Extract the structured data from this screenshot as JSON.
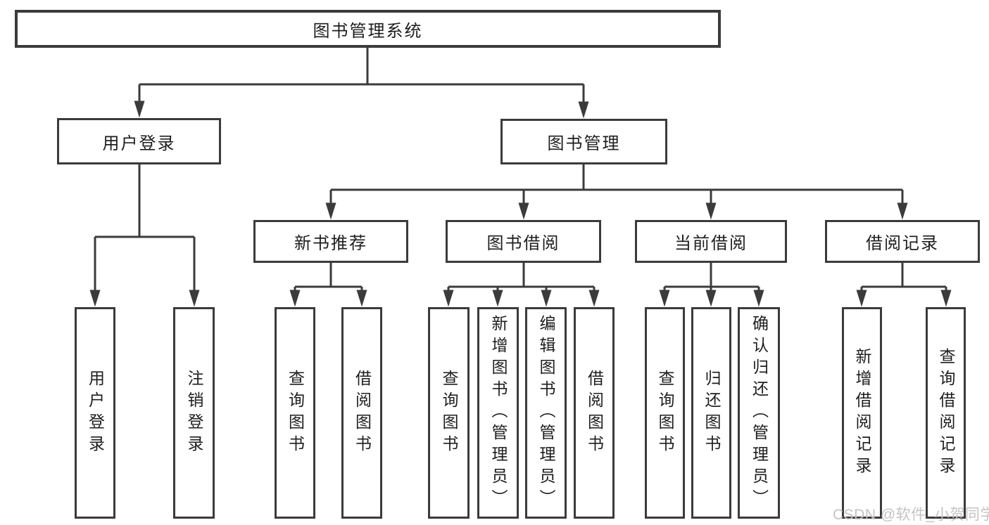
{
  "diagram": {
    "type": "hierarchy-tree",
    "title": "图书管理系统"
  },
  "colors": {
    "line": "#3b3b3b",
    "box_border": "#3b3b3b",
    "box_background": "#ffffff",
    "text": "#1e1e1e",
    "watermark": "#c3c3c3",
    "page_background": "#ffffff"
  },
  "nodes": [
    {
      "id": "library-management-system",
      "label": "图书管理系统",
      "parent": null,
      "level": 1,
      "text_direction": "horizontal"
    },
    {
      "id": "user-login",
      "label": "用户登录",
      "parent": "library-management-system",
      "level": 2,
      "text_direction": "horizontal"
    },
    {
      "id": "book-management",
      "label": "图书管理",
      "parent": "library-management-system",
      "level": 2,
      "text_direction": "horizontal"
    },
    {
      "id": "new-book-recommend",
      "label": "新书推荐",
      "parent": "book-management",
      "level": 3,
      "text_direction": "horizontal"
    },
    {
      "id": "book-borrowing",
      "label": "图书借阅",
      "parent": "book-management",
      "level": 3,
      "text_direction": "horizontal"
    },
    {
      "id": "current-borrowing",
      "label": "当前借阅",
      "parent": "book-management",
      "level": 3,
      "text_direction": "horizontal"
    },
    {
      "id": "borrowing-records",
      "label": "借阅记录",
      "parent": "book-management",
      "level": 3,
      "text_direction": "horizontal"
    },
    {
      "id": "leaf-user-login",
      "label": "用户登录",
      "parent": "user-login",
      "level": 4,
      "text_direction": "vertical"
    },
    {
      "id": "leaf-logout",
      "label": "注销登录",
      "parent": "user-login",
      "level": 4,
      "text_direction": "vertical"
    },
    {
      "id": "leaf-query-book-recommend",
      "label": "查询图书",
      "parent": "new-book-recommend",
      "level": 4,
      "text_direction": "vertical"
    },
    {
      "id": "leaf-borrow-book-recommend",
      "label": "借阅图书",
      "parent": "new-book-recommend",
      "level": 4,
      "text_direction": "vertical"
    },
    {
      "id": "leaf-query-book-borrowing",
      "label": "查询图书",
      "parent": "book-borrowing",
      "level": 4,
      "text_direction": "vertical"
    },
    {
      "id": "leaf-add-book-admin",
      "label": "新增图书（管理员）",
      "parent": "book-borrowing",
      "level": 4,
      "text_direction": "vertical"
    },
    {
      "id": "leaf-edit-book-admin",
      "label": "编辑图书（管理员）",
      "parent": "book-borrowing",
      "level": 4,
      "text_direction": "vertical"
    },
    {
      "id": "leaf-borrow-book-borrowing",
      "label": "借阅图书",
      "parent": "book-borrowing",
      "level": 4,
      "text_direction": "vertical"
    },
    {
      "id": "leaf-query-book-current",
      "label": "查询图书",
      "parent": "current-borrowing",
      "level": 4,
      "text_direction": "vertical"
    },
    {
      "id": "leaf-return-book",
      "label": "归还图书",
      "parent": "current-borrowing",
      "level": 4,
      "text_direction": "vertical"
    },
    {
      "id": "leaf-confirm-return-admin",
      "label": "确认归还（管理员）",
      "parent": "current-borrowing",
      "level": 4,
      "text_direction": "vertical"
    },
    {
      "id": "leaf-add-borrow-record",
      "label": "新增借阅记录",
      "parent": "borrowing-records",
      "level": 4,
      "text_direction": "vertical"
    },
    {
      "id": "leaf-query-borrow-record",
      "label": "查询借阅记录",
      "parent": "borrowing-records",
      "level": 4,
      "text_direction": "vertical"
    }
  ],
  "watermark": {
    "text": "CSDN @软件_小贺同学"
  }
}
